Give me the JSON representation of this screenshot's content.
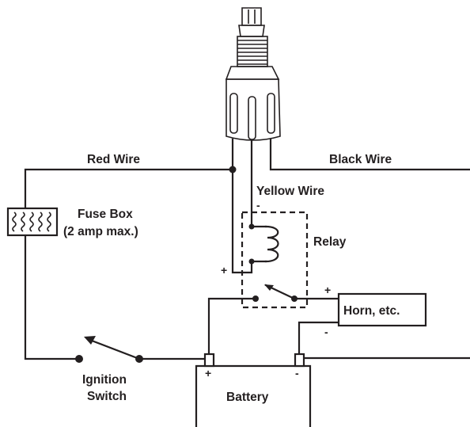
{
  "labels": {
    "red_wire": "Red Wire",
    "black_wire": "Black Wire",
    "yellow_wire": "Yellow Wire",
    "fuse_box_line1": "Fuse Box",
    "fuse_box_line2": "(2 amp max.)",
    "relay": "Relay",
    "horn": "Horn, etc.",
    "ignition_line1": "Ignition",
    "ignition_line2": "Switch",
    "battery": "Battery"
  },
  "signs": {
    "relay_coil_minus": "-",
    "relay_coil_plus": "+",
    "horn_plus": "+",
    "horn_minus": "-",
    "battery_plus": "+",
    "battery_minus": "-"
  },
  "colors": {
    "ink": "#231f20",
    "background": "#ffffff"
  },
  "icons": {
    "sensor": "pressure-switch-icon",
    "fuse": "fuse-icon",
    "coil": "relay-coil-icon"
  }
}
